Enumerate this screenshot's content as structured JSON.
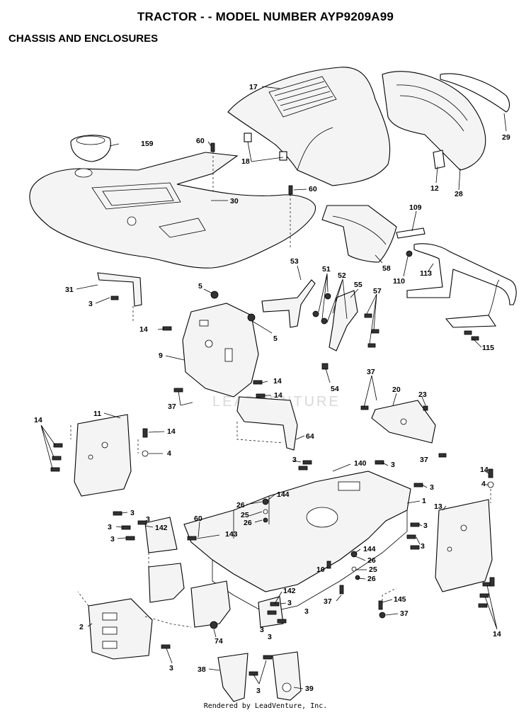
{
  "header": {
    "title": "TRACTOR - - MODEL NUMBER AYP9209A99",
    "subtitle": "CHASSIS AND ENCLOSURES"
  },
  "watermark": "LEADVENTURE",
  "footer": "Rendered by LeadVenture, Inc.",
  "callouts": {
    "c17": "17",
    "c29": "29",
    "c159": "159",
    "c60a": "60",
    "c18": "18",
    "c12": "12",
    "c28": "28",
    "c30": "30",
    "c60b": "60",
    "c109": "109",
    "c31": "31",
    "c3a": "3",
    "c53": "53",
    "c51": "51",
    "c52": "52",
    "c55": "55",
    "c57": "57",
    "c58": "58",
    "c110": "110",
    "c113": "113",
    "c5a": "5",
    "c5b": "5",
    "c14a": "14",
    "c9": "9",
    "c14b": "14",
    "c14c": "14",
    "c37a": "37",
    "c54": "54",
    "c37b": "37",
    "c20": "20",
    "c23": "23",
    "c115": "115",
    "c11": "11",
    "c14d": "14",
    "c14e": "14",
    "c4a": "4",
    "c64": "64",
    "c37c": "37",
    "c140": "140",
    "c3b": "3",
    "c3c": "3",
    "c3d": "3",
    "c14f": "14",
    "c4b": "4",
    "c144a": "144",
    "c1": "1",
    "c13": "13",
    "c26a": "26",
    "c25a": "25",
    "c26b": "26",
    "c3e": "3",
    "c60c": "60",
    "c3f": "3",
    "c3g": "3",
    "c142a": "142",
    "c143": "143",
    "c3h": "3",
    "c3i": "3",
    "c3j": "3",
    "c144b": "144",
    "c10": "10",
    "c26c": "26",
    "c25b": "25",
    "c26d": "26",
    "c142b": "142",
    "c3k": "3",
    "c3l": "3",
    "c37d": "37",
    "c145": "145",
    "c37e": "37",
    "c2": "2",
    "c3m": "3",
    "c3n": "3",
    "c74": "74",
    "c3o": "3",
    "c14g": "14",
    "c38": "38",
    "c3p": "3",
    "c39": "39"
  }
}
